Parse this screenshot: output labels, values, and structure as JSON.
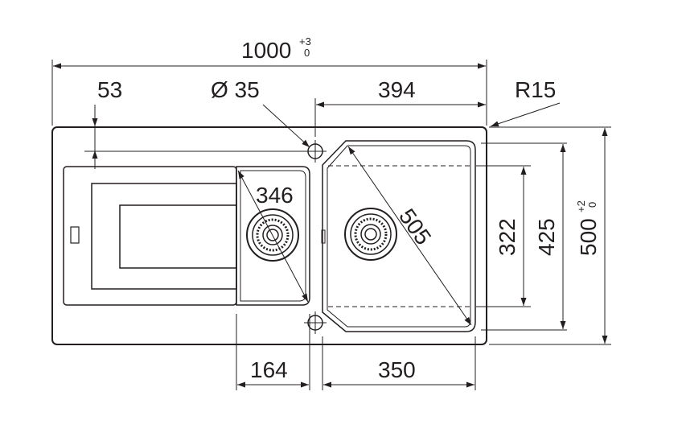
{
  "dimensions": {
    "total_width": {
      "value": "1000",
      "tol_upper": "+3",
      "tol_lower": "0"
    },
    "drainer_offset": "53",
    "tap_hole": "Ø 35",
    "main_bowl_width_top": "394",
    "corner_radius": "R15",
    "small_bowl_diag": "346",
    "main_bowl_diag": "505",
    "bowl_depth_inner": "322",
    "bowl_depth_outer": "425",
    "total_depth": {
      "value": "500",
      "tol_upper": "+2",
      "tol_lower": "0"
    },
    "small_bowl_width": "164",
    "main_bowl_width": "350"
  }
}
